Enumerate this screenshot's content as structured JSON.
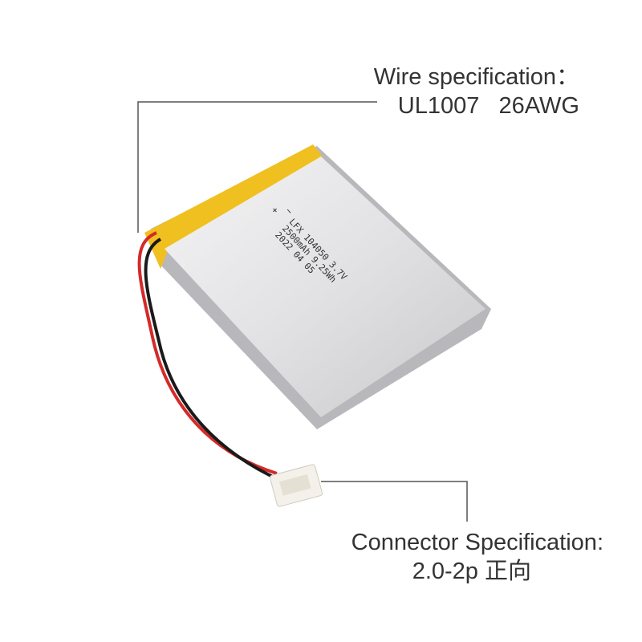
{
  "wire_spec": {
    "title": "Wire specification：",
    "value": "UL1007   26AWG"
  },
  "connector_spec": {
    "title": "Connector Specification:",
    "value": "2.0-2p 正向"
  },
  "battery_label": {
    "line1": "LFX 104050 3.7V",
    "line2": "2500mAh 9.25Wh",
    "line3": "2022 04 05",
    "plus": "+",
    "minus": "−"
  },
  "colors": {
    "wire_red": "#d42a2a",
    "wire_black": "#1a1a1a",
    "tape": "#f0c020",
    "cell": "#d8d8da",
    "line": "#555555"
  }
}
